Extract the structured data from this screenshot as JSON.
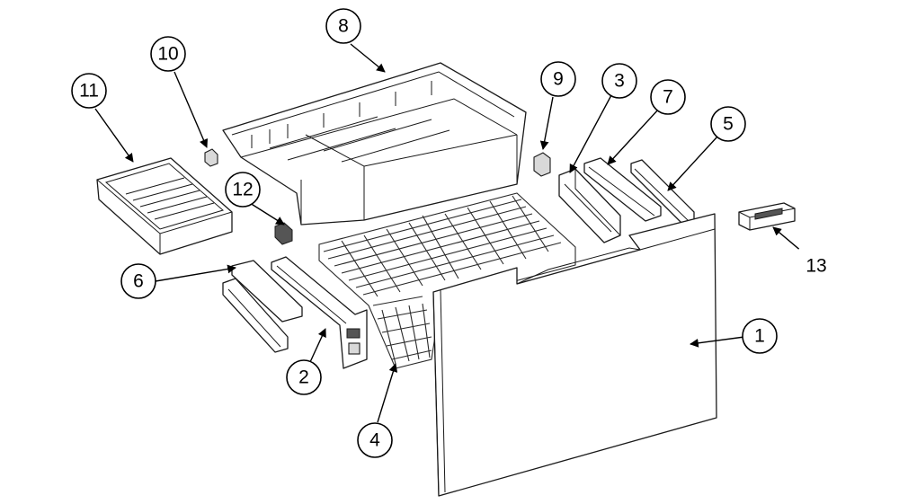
{
  "callouts": [
    {
      "id": "1",
      "label": "1",
      "highlight": false
    },
    {
      "id": "2",
      "label": "2",
      "highlight": false
    },
    {
      "id": "3",
      "label": "3",
      "highlight": false
    },
    {
      "id": "4",
      "label": "4",
      "highlight": false
    },
    {
      "id": "5",
      "label": "5",
      "highlight": false
    },
    {
      "id": "6",
      "label": "6",
      "highlight": false
    },
    {
      "id": "7",
      "label": "7",
      "highlight": false
    },
    {
      "id": "8",
      "label": "8",
      "highlight": false
    },
    {
      "id": "9",
      "label": "9",
      "highlight": false
    },
    {
      "id": "10",
      "label": "10",
      "highlight": false
    },
    {
      "id": "11",
      "label": "11",
      "highlight": false
    },
    {
      "id": "12",
      "label": "12",
      "highlight": false
    },
    {
      "id": "13",
      "label": "13",
      "highlight": true
    }
  ],
  "colors": {
    "highlight": "#e8321e",
    "line": "#000000",
    "background": "#ffffff"
  }
}
